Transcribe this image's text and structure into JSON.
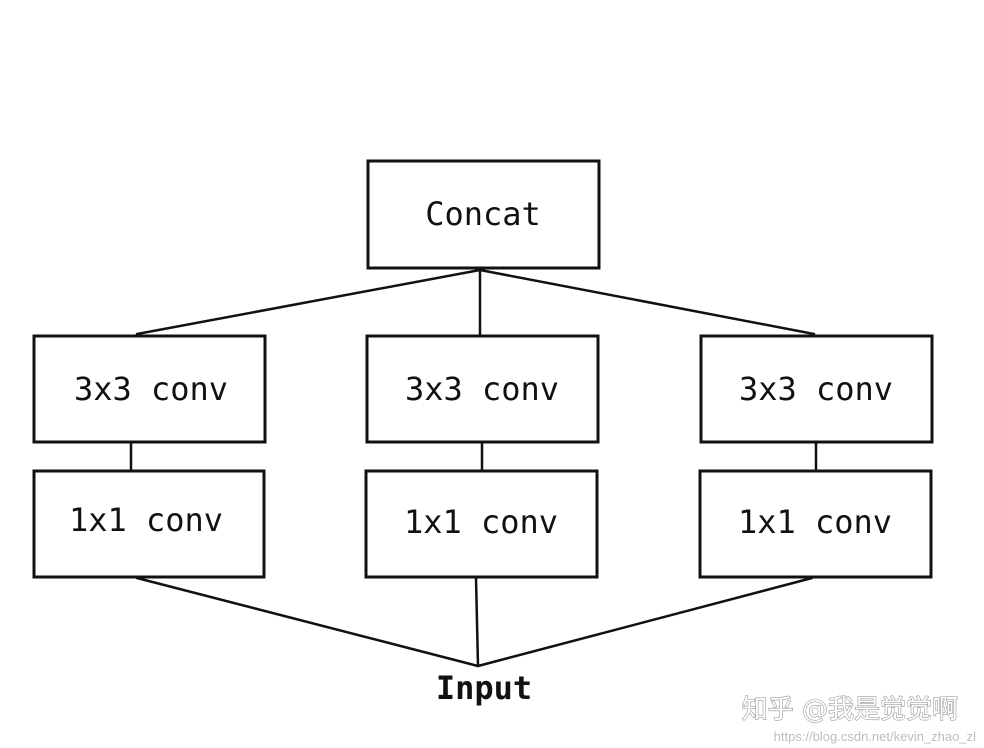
{
  "diagram": {
    "concat_label": "Concat",
    "input_label": "Input",
    "branches": [
      {
        "top_label": "3x3 conv",
        "bottom_label": "1x1 conv"
      },
      {
        "top_label": "3x3 conv",
        "bottom_label": "1x1 conv"
      },
      {
        "top_label": "3x3 conv",
        "bottom_label": "1x1 conv"
      }
    ]
  },
  "watermark": {
    "primary": "知乎 @我是觉觉啊",
    "secondary": "https://blog.csdn.net/kevin_zhao_zl"
  }
}
